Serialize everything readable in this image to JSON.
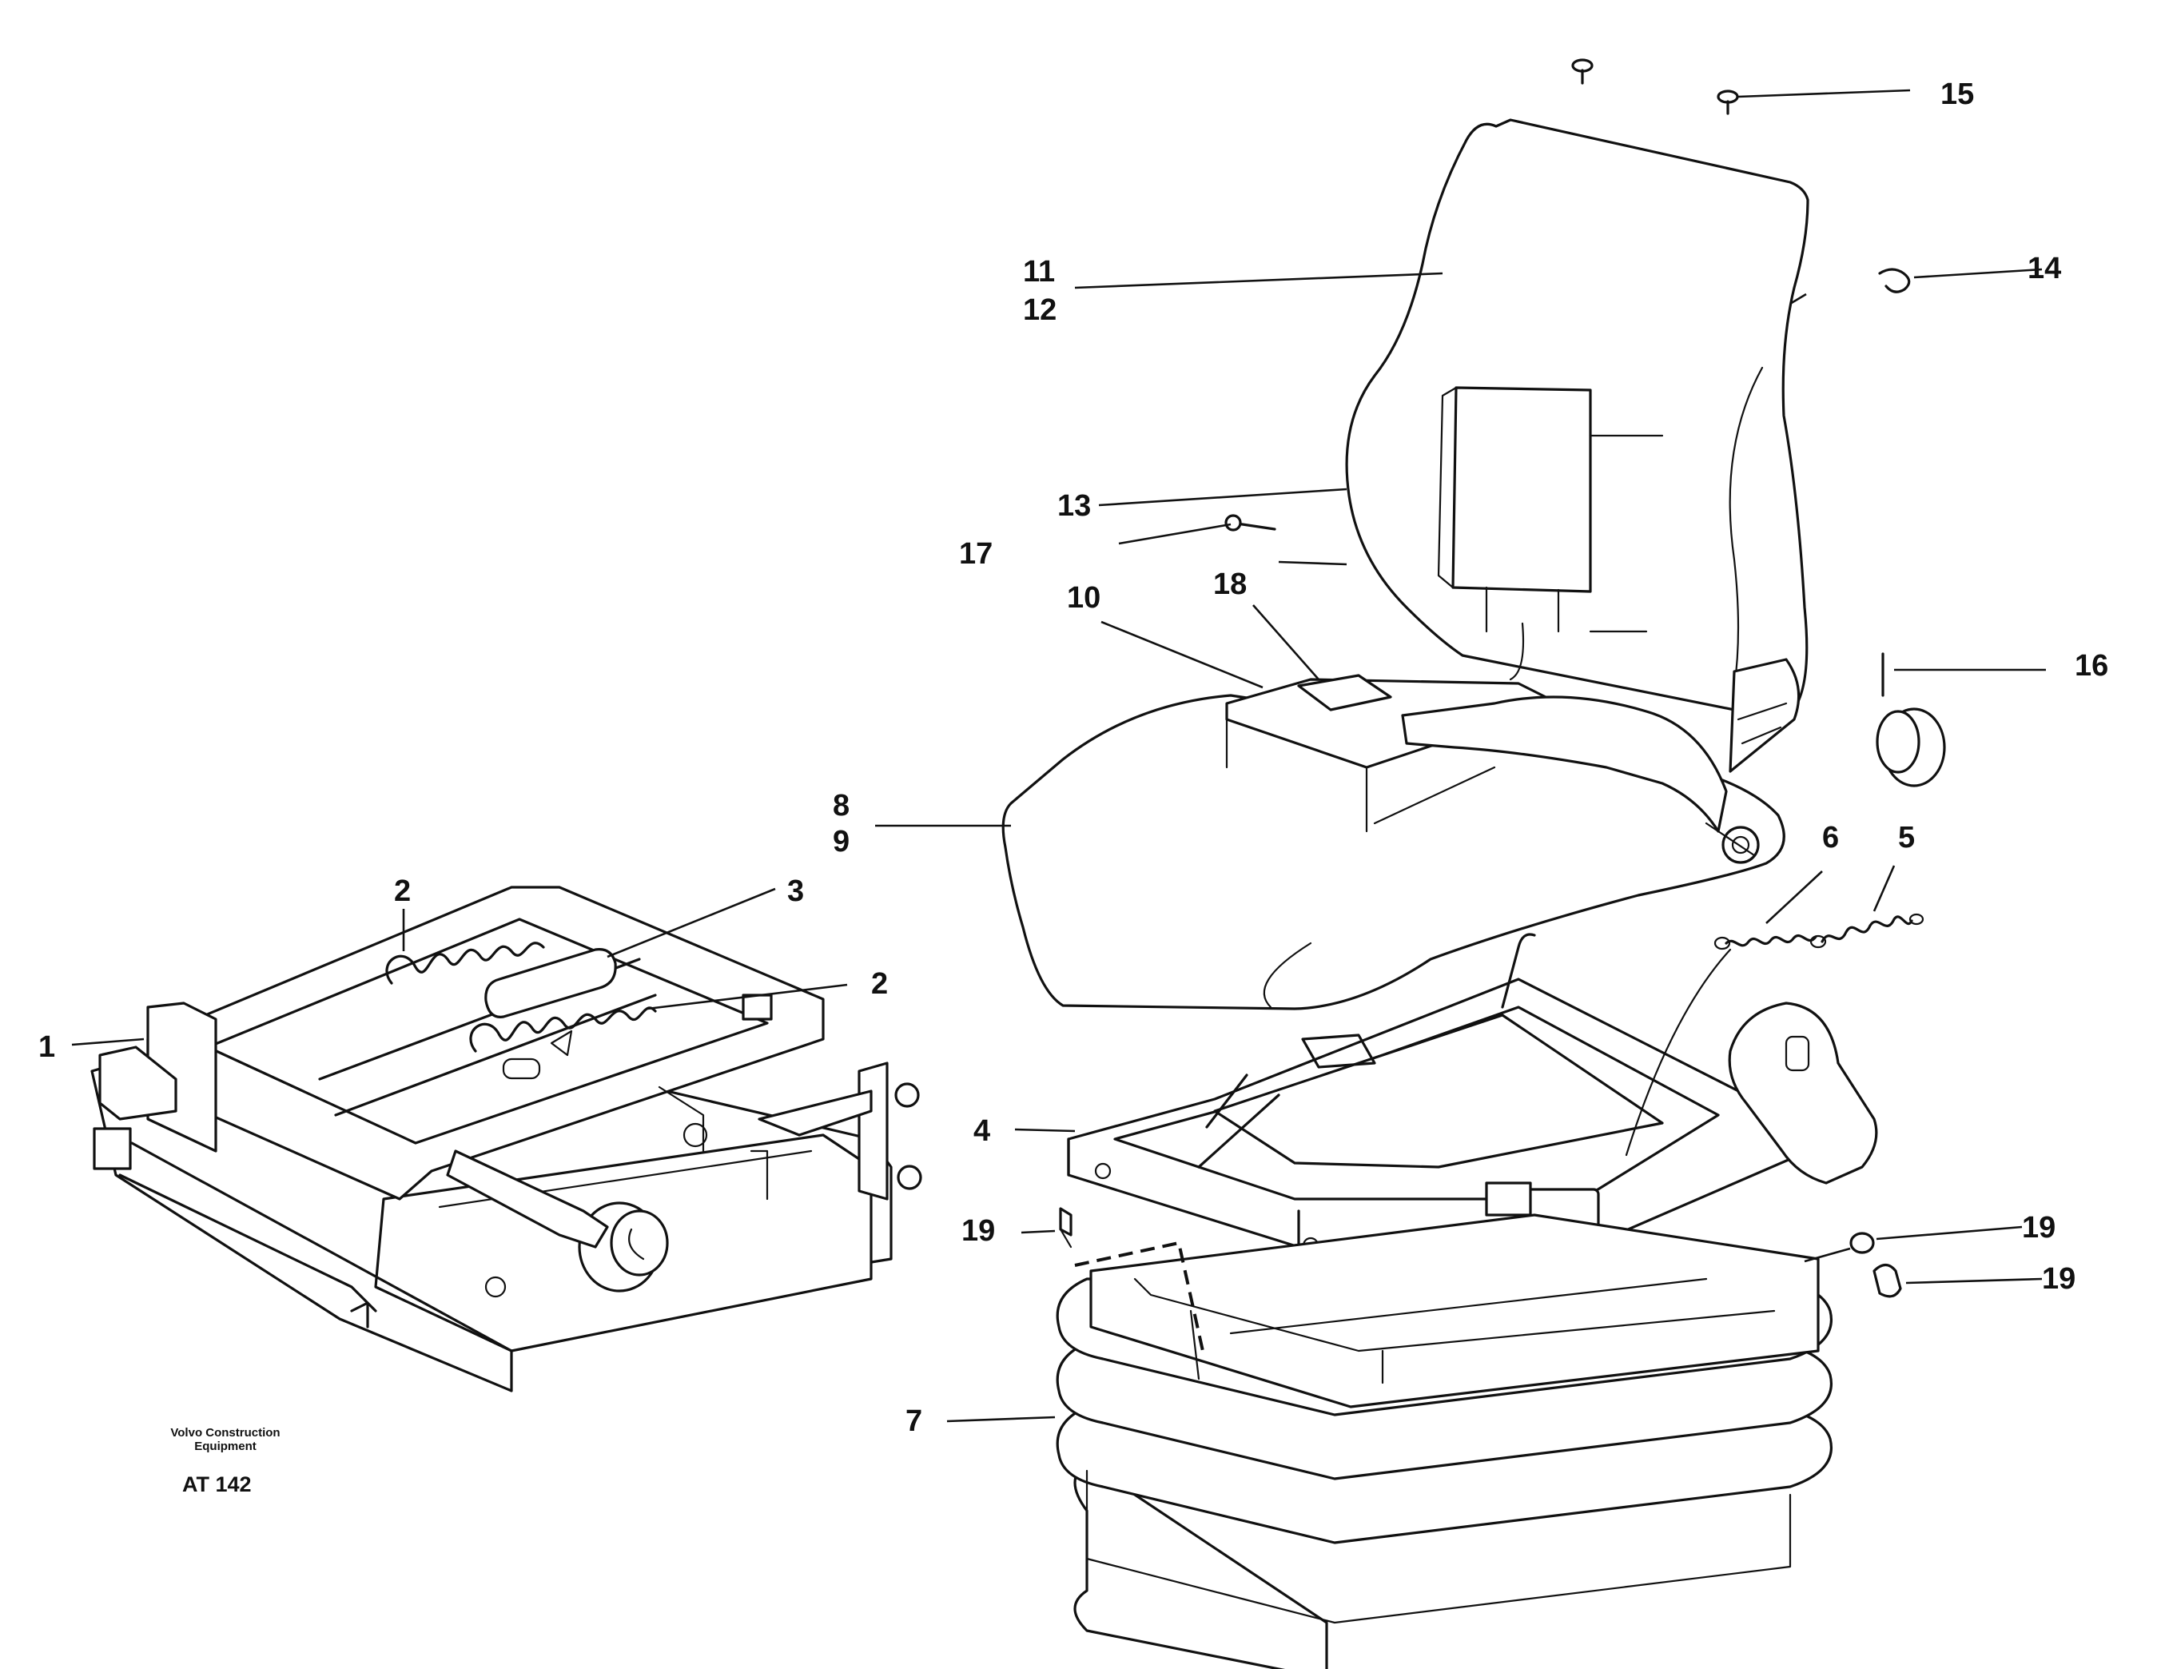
{
  "callouts": {
    "c1": "1",
    "c2a": "2",
    "c2b": "2",
    "c3": "3",
    "c4": "4",
    "c5": "5",
    "c6": "6",
    "c7": "7",
    "c8": "8",
    "c9": "9",
    "c10": "10",
    "c11": "11",
    "c12": "12",
    "c13": "13",
    "c14": "14",
    "c15": "15",
    "c16": "16",
    "c17": "17",
    "c18": "18",
    "c19a": "19",
    "c19b": "19",
    "c19c": "19"
  },
  "footer": {
    "brand_line1": "Volvo Construction",
    "brand_line2": "Equipment",
    "drawing_code": "AT 142"
  }
}
